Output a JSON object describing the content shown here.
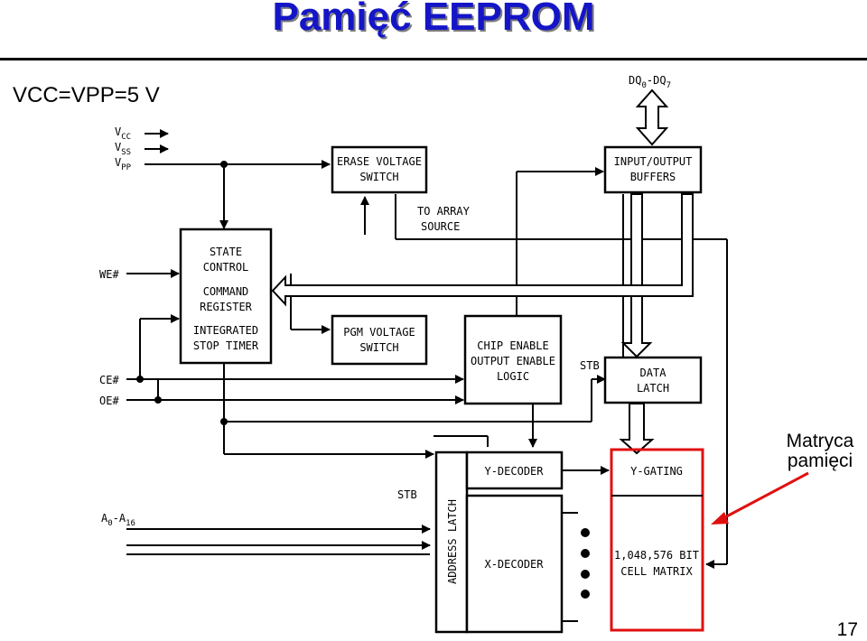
{
  "slide": {
    "title": "Pamięć EEPROM",
    "supply_note": "VCC=VPP=5 V",
    "callout": "Matryca pamięci",
    "page_number": "17"
  },
  "diagram": {
    "power_pins": [
      "V",
      "V",
      "V"
    ],
    "power_subs": [
      "CC",
      "SS",
      "PP"
    ],
    "pins": {
      "we": "WE#",
      "ce": "CE#",
      "oe": "OE#",
      "addr_main": "A",
      "addr_sub1": "0",
      "addr_dash": "-A",
      "addr_sub2": "16",
      "dq_main": "DQ",
      "dq_sub1": "0",
      "dq_dash": "-DQ",
      "dq_sub2": "7"
    },
    "labels": {
      "stb_left": "STB",
      "stb_right": "STB",
      "to_array_1": "TO ARRAY",
      "to_array_2": "SOURCE"
    },
    "blocks": {
      "erase_1": "ERASE VOLTAGE",
      "erase_2": "SWITCH",
      "io_1": "INPUT/OUTPUT",
      "io_2": "BUFFERS",
      "sc_1": "STATE",
      "sc_2": "CONTROL",
      "sc_3": "COMMAND",
      "sc_4": "REGISTER",
      "sc_5": "INTEGRATED",
      "sc_6": "STOP TIMER",
      "pgm_1": "PGM VOLTAGE",
      "pgm_2": "SWITCH",
      "ce_1": "CHIP ENABLE",
      "ce_2": "OUTPUT ENABLE",
      "ce_3": "LOGIC",
      "dl_1": "DATA",
      "dl_2": "LATCH",
      "ydec": "Y-DECODER",
      "xdec": "X-DECODER",
      "addr_latch": "ADDRESS LATCH",
      "ygate": "Y-GATING",
      "cell_1": "1,048,576 BIT",
      "cell_2": "CELL MATRIX"
    },
    "highlight_color": "#e01010",
    "title_color": "#1515c8"
  }
}
